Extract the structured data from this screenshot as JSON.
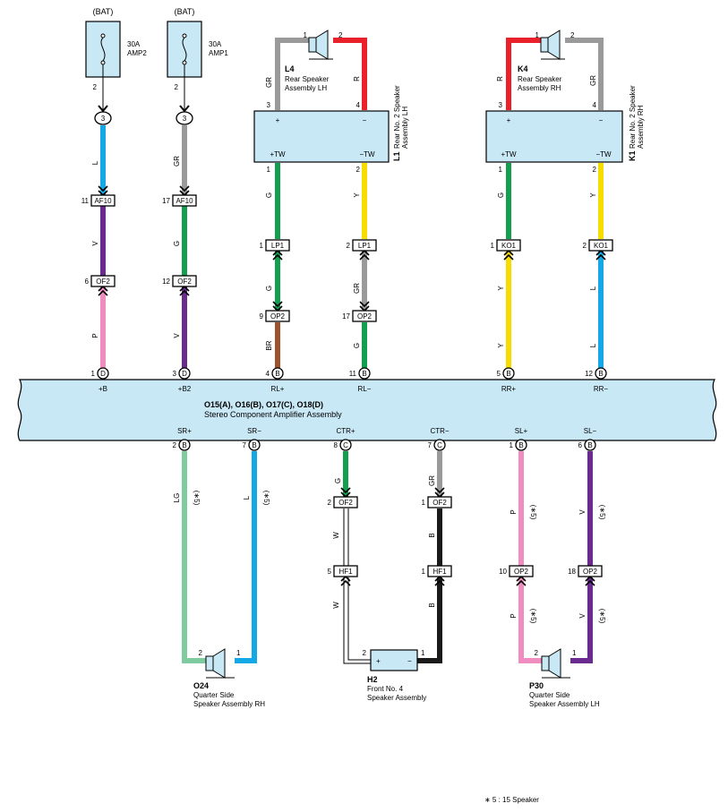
{
  "fuses": [
    {
      "source": "(BAT)",
      "rating": "30A",
      "name": "AMP2",
      "pin": "2",
      "conn_pin": "3"
    },
    {
      "source": "(BAT)",
      "rating": "30A",
      "name": "AMP1",
      "pin": "2",
      "conn_pin": "3"
    }
  ],
  "wire_colors": {
    "L": "#14a9e6",
    "GR": "#9a9a9a",
    "V": "#6a2a8e",
    "G": "#12a050",
    "P": "#f08cbf",
    "R": "#e8212b",
    "Y": "#f7dc00",
    "BR": "#a0522d",
    "LG": "#7fcba0",
    "W": "#ffffff",
    "B": "#1a1a1a"
  },
  "box_fill": "#c9e8f6",
  "speakers": {
    "L4": {
      "id": "L4",
      "line1": "Rear Speaker",
      "line2": "Assembly LH",
      "pin1": "1",
      "pin2": "2",
      "wire_left": "GR",
      "wire_right": "R"
    },
    "K4": {
      "id": "K4",
      "line1": "Rear Speaker",
      "line2": "Assembly RH",
      "pin1": "1",
      "pin2": "2",
      "wire_left": "R",
      "wire_right": "GR"
    },
    "O24": {
      "id": "O24",
      "line1": "Quarter Side",
      "line2": "Speaker Assembly RH",
      "pin1": "2",
      "pin2": "1"
    },
    "P30": {
      "id": "P30",
      "line1": "Quarter Side",
      "line2": "Speaker Assembly LH",
      "pin1": "2",
      "pin2": "1"
    }
  },
  "tweeter_l1": {
    "id": "L1",
    "line1": "Rear No. 2 Speaker",
    "line2": "Assembly LH",
    "in_plus_pin": "3",
    "in_minus_pin": "4",
    "plus": "+",
    "minus": "−",
    "out_plus": "+TW",
    "out_minus": "−TW",
    "out_plus_pin": "1",
    "out_minus_pin": "2"
  },
  "tweeter_k1": {
    "id": "K1",
    "line1": "Rear No. 2 Speaker",
    "line2": "Assembly RH",
    "in_plus_pin": "3",
    "in_minus_pin": "4",
    "plus": "+",
    "minus": "−",
    "out_plus": "+TW",
    "out_minus": "−TW",
    "out_plus_pin": "1",
    "out_minus_pin": "2"
  },
  "front_speaker": {
    "id": "H2",
    "line1": "Front No.  4",
    "line2": "Speaker Assembly",
    "pin_plus": "2",
    "pin_minus": "1",
    "plus": "+",
    "minus": "−"
  },
  "amplifier": {
    "title": "O15(A), O16(B), O17(C), O18(D)",
    "subtitle": "Stereo Component Amplifier Assembly",
    "top_terminals": [
      {
        "label": "+B",
        "pin": "1",
        "conn": "D"
      },
      {
        "label": "+B2",
        "pin": "3",
        "conn": "D"
      },
      {
        "label": "RL+",
        "pin": "4",
        "conn": "B"
      },
      {
        "label": "RL−",
        "pin": "11",
        "conn": "B"
      },
      {
        "label": "RR+",
        "pin": "5",
        "conn": "B"
      },
      {
        "label": "RR−",
        "pin": "12",
        "conn": "B"
      }
    ],
    "bottom_terminals": [
      {
        "label": "SR+",
        "pin": "2",
        "conn": "B"
      },
      {
        "label": "SR−",
        "pin": "7",
        "conn": "B"
      },
      {
        "label": "CTR+",
        "pin": "8",
        "conn": "C"
      },
      {
        "label": "CTR−",
        "pin": "7",
        "conn": "C"
      },
      {
        "label": "SL+",
        "pin": "1",
        "conn": "B"
      },
      {
        "label": "SL−",
        "pin": "6",
        "conn": "B"
      }
    ]
  },
  "connectors": {
    "af10_a": {
      "name": "AF10",
      "pin": "11"
    },
    "af10_b": {
      "name": "AF10",
      "pin": "17"
    },
    "of2_a": {
      "name": "OF2",
      "pin": "6"
    },
    "of2_b": {
      "name": "OF2",
      "pin": "12"
    },
    "lp1_a": {
      "name": "LP1",
      "pin": "1"
    },
    "lp1_b": {
      "name": "LP1",
      "pin": "2"
    },
    "op2_a": {
      "name": "OP2",
      "pin": "9"
    },
    "op2_b": {
      "name": "OP2",
      "pin": "17"
    },
    "ko1_a": {
      "name": "KO1",
      "pin": "1"
    },
    "ko1_b": {
      "name": "KO1",
      "pin": "2"
    },
    "of2_c": {
      "name": "OF2",
      "pin": "2"
    },
    "of2_d": {
      "name": "OF2",
      "pin": "1"
    },
    "hf1_a": {
      "name": "HF1",
      "pin": "5"
    },
    "hf1_b": {
      "name": "HF1",
      "pin": "1"
    },
    "op2_c": {
      "name": "OP2",
      "pin": "10"
    },
    "op2_d": {
      "name": "OP2",
      "pin": "18"
    }
  },
  "wire_labels": {
    "c1": [
      "L",
      "V",
      "P"
    ],
    "c2": [
      "GR",
      "G",
      "V"
    ],
    "c3": [
      "G",
      "G",
      "BR"
    ],
    "c4": [
      "Y",
      "GR",
      "G"
    ],
    "c5": [
      "G",
      "Y",
      "Y"
    ],
    "c6": [
      "Y",
      "L",
      "L"
    ],
    "sr_plus": "LG",
    "sr_minus": "L",
    "ctr_plus": [
      "G",
      "W",
      "W"
    ],
    "ctr_minus": [
      "GR",
      "B",
      "B"
    ],
    "sl_plus": [
      "P",
      "P"
    ],
    "sl_minus": [
      "V",
      "V"
    ]
  },
  "note_mark": "(∗5)",
  "footnote": "∗ 5 : 15 Speaker"
}
